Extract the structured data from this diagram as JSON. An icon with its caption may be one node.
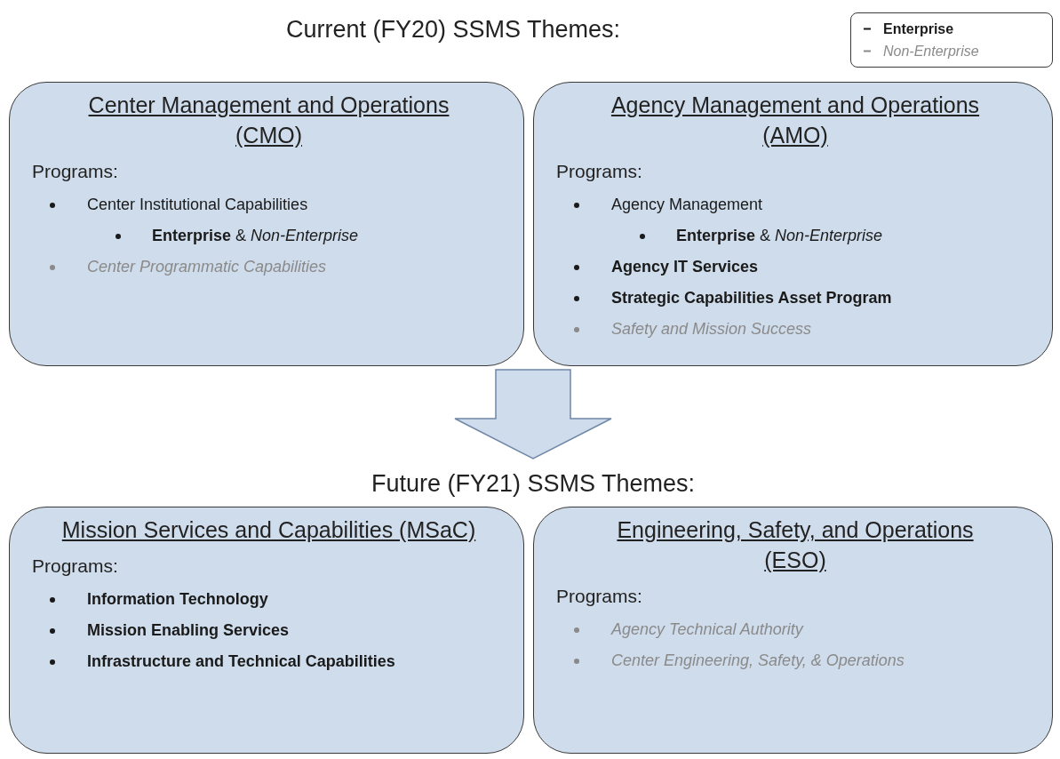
{
  "diagram": {
    "title": "Current (FY20) SSMS Themes:",
    "nodes": [
      {
        "text": [
          "Center Management and Operations (CMO)",
          "Programs:",
          "Center Institutional Capabilities",
          "**Enterprise** & *Non-Enterprise*",
          "Center Programmatic Capabilities"
        ]
      },
      {
        "text": [
          "Agency Management and Operations (AMO)",
          "Programs:",
          "Agency Management",
          "**Enterprise** & *Non-Enterprise*",
          "Agency IT Services",
          "Strategic Capabilities Asset Program",
          "Safety and Mission Success"
        ]
      },
      {
        "text": [
          "Future (FY21) SSMS Themes:"
        ]
      },
      {
        "text": [
          "Mission Services and Capabilities (MSaC)",
          "Programs:",
          "Information Technology",
          "Mission Enabling Services",
          "Infrastructure and Technical Capabilities"
        ]
      },
      {
        "text": [
          "Engineering, Safety, and Operations (ESO)",
          "Programs:",
          "Agency Technical Authority",
          "Center Engineering, Safety, & Operations"
        ]
      }
    ],
    "edges": [
      {
        "from": null,
        "to": 2,
        "arrow": "to"
      }
    ],
    "legend": [
      {
        "text": "Enterprise"
      },
      {
        "text": "Non-Enterprise"
      }
    ]
  }
}
